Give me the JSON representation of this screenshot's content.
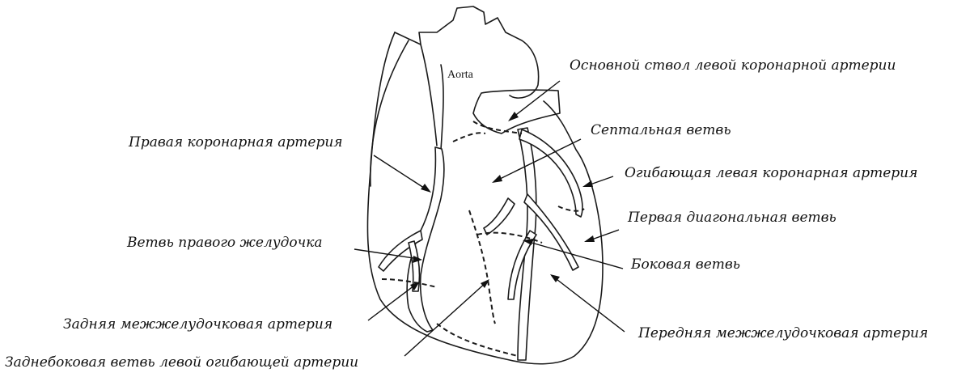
{
  "diagram": {
    "aorta_label": "Aorta",
    "labels": {
      "left_main": "Основной ствол левой коронарной артерии",
      "septal": "Септальная ветвь",
      "right_coronary": "Правая коронарная артерия",
      "circumflex": "Огибающая левая коронарная артерия",
      "first_diagonal": "Первая диагональная ветвь",
      "right_ventricle_branch": "Ветвь правого желудочка",
      "lateral": "Боковая ветвь",
      "posterior_interventricular": "Задняя межжелудочковая артерия",
      "anterior_interventricular": "Передняя межжелудочковая артерия",
      "posterolateral": "Заднебоковая ветвь левой огибающей артерии"
    }
  }
}
